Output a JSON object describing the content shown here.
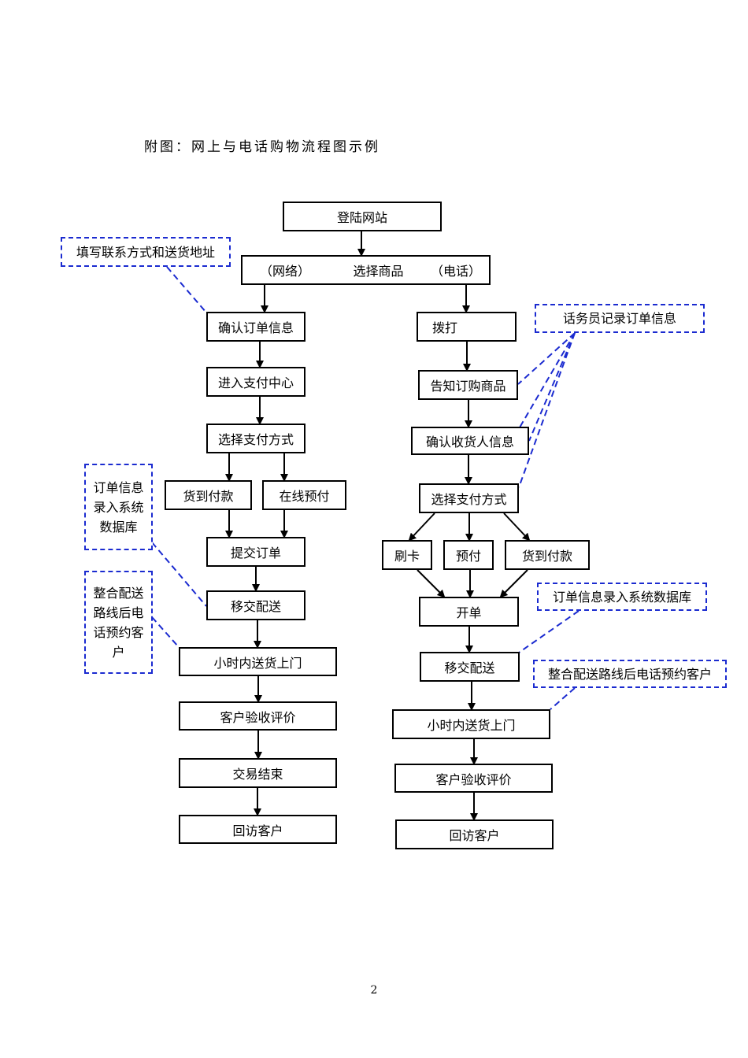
{
  "title": "附图：网上与电话购物流程图示例",
  "top": {
    "login": "登陆网站",
    "select_network": "（网络）",
    "select_goods": "选择商品",
    "select_phone": "（电话）"
  },
  "online": {
    "confirm_order": "确认订单信息",
    "enter_payment": "进入支付中心",
    "choose_payment": "选择支付方式",
    "cod": "货到付款",
    "prepay_online": "在线预付",
    "submit_order": "提交订单",
    "hand_over": "移交配送",
    "deliver": "小时内送货上门",
    "accept": "客户验收评价",
    "finish": "交易结束",
    "revisit": "回访客户"
  },
  "phone": {
    "dial": "拨打",
    "tell_goods": "告知订购商品",
    "confirm_receiver": "确认收货人信息",
    "choose_payment": "选择支付方式",
    "card": "刷卡",
    "prepay": "预付",
    "cod": "货到付款",
    "invoice": "开单",
    "hand_over": "移交配送",
    "deliver": "小时内送货上门",
    "accept": "客户验收评价",
    "revisit": "回访客户"
  },
  "notes": {
    "fill_contact": "填写联系方式和送货地址",
    "order_entry_left": "订单信息录入系统数据库",
    "route_call_left": "整合配送路线后电话预约客户",
    "operator_record": "话务员记录订单信息",
    "order_entry_right": "订单信息录入系统数据库",
    "route_call_right": "整合配送路线后电话预约客户"
  },
  "page_number": "2",
  "colors": {
    "note_border": "#1b2bd0",
    "box_border": "#000000"
  }
}
